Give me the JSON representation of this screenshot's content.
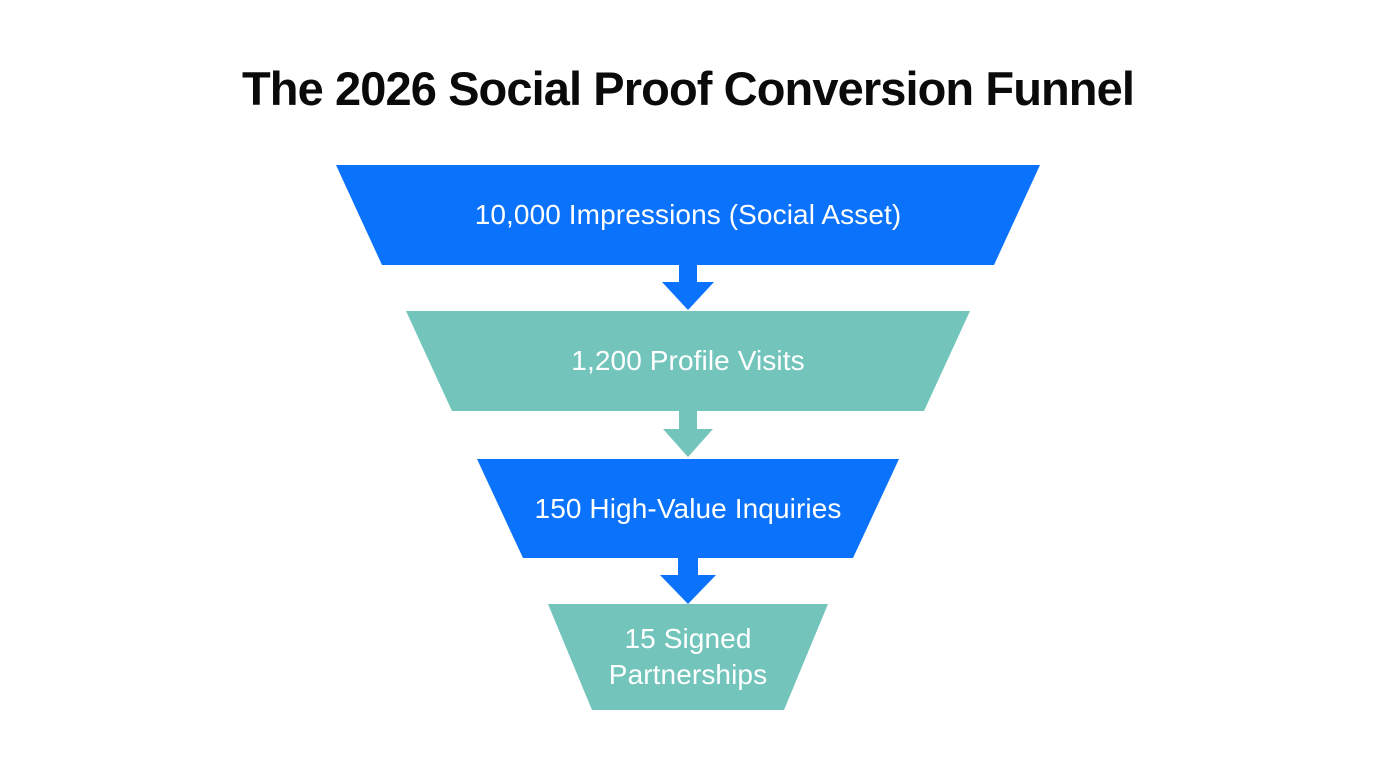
{
  "title": "The 2026 Social Proof Conversion Funnel",
  "background_color": "#ffffff",
  "title_color": "#0a0a0a",
  "label_color": "#ffffff",
  "palette": {
    "blue": "#0b72fb",
    "teal": "#73c5bc"
  },
  "chart_data": {
    "type": "funnel",
    "title": "The 2026 Social Proof Conversion Funnel",
    "xlabel": "",
    "ylabel": "",
    "legend": "none",
    "grid": false,
    "categories": [
      "Impressions (Social Asset)",
      "Profile Visits",
      "High-Value Inquiries",
      "Signed Partnerships"
    ],
    "values": [
      10000,
      1200,
      150,
      15
    ],
    "value_labels": [
      "10,000",
      "1,200",
      "150",
      "15"
    ],
    "stages": [
      {
        "index": 1,
        "label": "10,000 Impressions (Social Asset)",
        "value": 10000,
        "value_label": "10,000",
        "name": "Impressions (Social Asset)",
        "color": "#0b72fb",
        "connector_color": "#0b72fb"
      },
      {
        "index": 2,
        "label": "1,200 Profile Visits",
        "value": 1200,
        "value_label": "1,200",
        "name": "Profile Visits",
        "color": "#73c5bc",
        "connector_color": "#73c5bc"
      },
      {
        "index": 3,
        "label": "150 High-Value Inquiries",
        "value": 150,
        "value_label": "150",
        "name": "High-Value Inquiries",
        "color": "#0b72fb",
        "connector_color": "#0b72fb"
      },
      {
        "index": 4,
        "label": "15 Signed Partnerships",
        "value": 15,
        "value_label": "15",
        "name": "Signed Partnerships",
        "color": "#73c5bc",
        "connector_color": null
      }
    ]
  }
}
